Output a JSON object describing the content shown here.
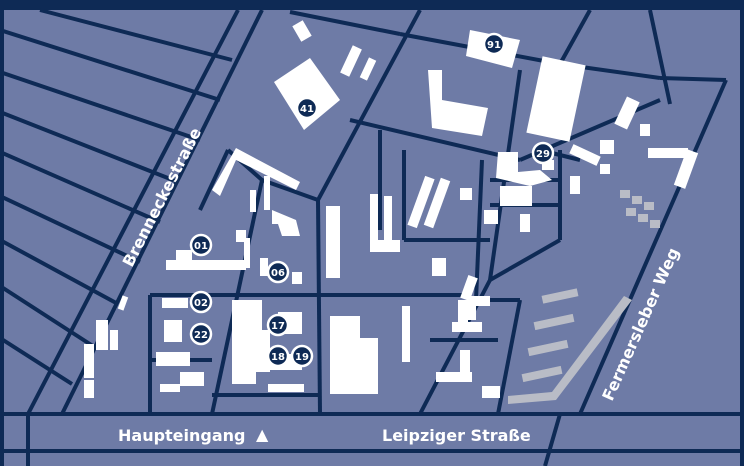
{
  "map": {
    "streets": {
      "brennecke": "Brenneckestraße",
      "fermersleber": "Fermersleber Weg",
      "leipziger": "Leipziger Straße"
    },
    "entrance": {
      "label": "Haupteingang",
      "arrow": "▲"
    },
    "buildings": {
      "b01": "01",
      "b02": "02",
      "b06": "06",
      "b17": "17",
      "b18": "18",
      "b19": "19",
      "b22": "22",
      "b29": "29",
      "b41": "41",
      "b91": "91"
    },
    "colors": {
      "background": "#6e7ba6",
      "roads": "#0e2a55",
      "buildings": "#ffffff",
      "grey_buildings": "#b9bcc6"
    }
  }
}
